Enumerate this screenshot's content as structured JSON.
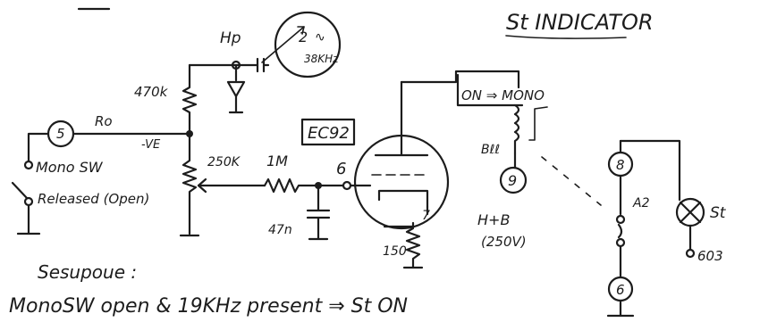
{
  "title": "St INDICATOR",
  "labels": {
    "hp": "Hp",
    "osc_num": "2",
    "osc_freq": "38KHz",
    "r_470k": "470k",
    "ro": "Ro",
    "node5": "5",
    "neg_ve": "-VE",
    "mono_sw": "Mono SW",
    "released": "Released (Open)",
    "r_250k": "250K",
    "r_1m": "1M",
    "pin6": "6",
    "c_47n": "47n",
    "tube": "EC92",
    "on_mono": "ON ⇒ MONO",
    "relay": "Bℓℓ",
    "node9": "9",
    "pin7": "7",
    "r_150": "150",
    "hb": "H+B",
    "hb_volts": "(250V)",
    "node8": "8",
    "a2": "A2",
    "lamp_label": "St",
    "lamp_num": "603",
    "node6": "6",
    "note_head": "Sesupoue :",
    "note_body": "MonoSW open & 19KHz present ⇒ St ON"
  }
}
